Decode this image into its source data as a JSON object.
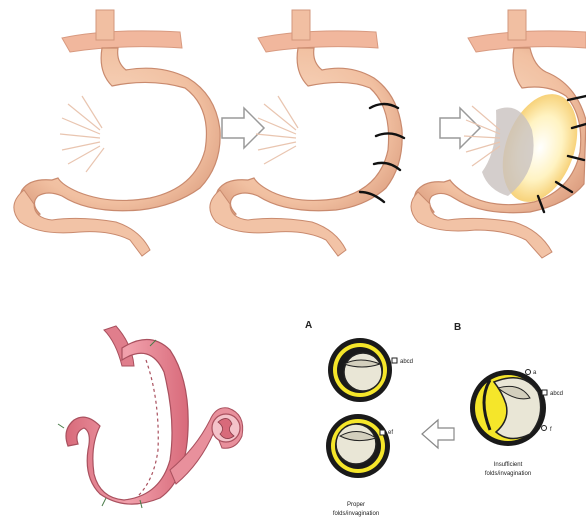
{
  "panels": {
    "a_label": "A",
    "b_label": "B",
    "a_top_label": "abcd",
    "a_bottom_label": "ef",
    "a_caption_line1": "Proper",
    "a_caption_line2": "folds/invagination",
    "b_label_top": "a",
    "b_label_mid": "abcd",
    "b_label_bottom": "f",
    "b_caption_line1": "Insufficient",
    "b_caption_line2": "folds/invagination"
  },
  "colors": {
    "stomach_fill": "#f3c6a8",
    "stomach_shade": "#e4a98b",
    "diaphragm": "#f0b49a",
    "suture": "#111111",
    "highlight": "#fff2b0",
    "pink_stomach": "#e8808e",
    "ring_black": "#1a1a1a",
    "ring_yellow": "#f5e62a",
    "inner_fold": "#e9e6d6"
  }
}
